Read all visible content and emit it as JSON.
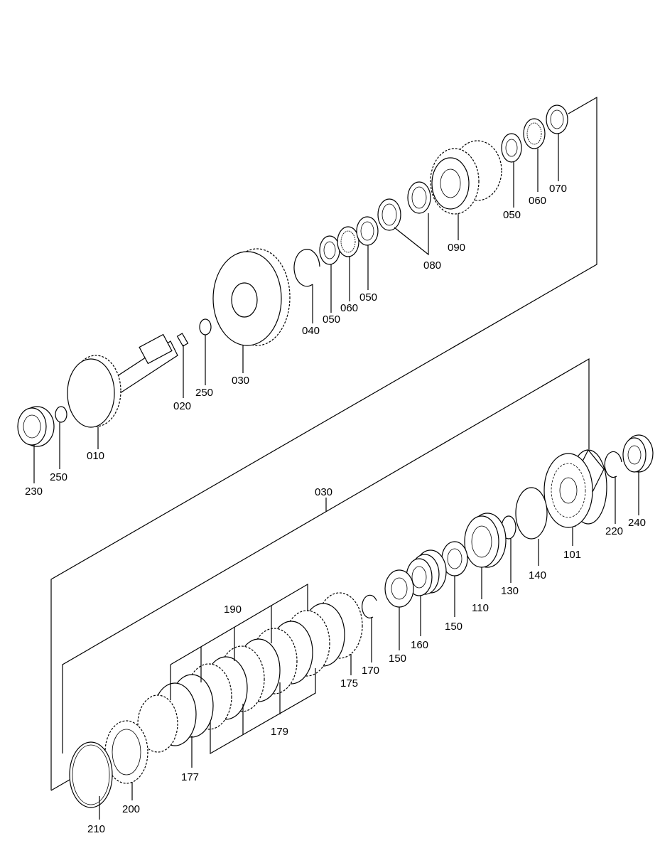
{
  "labels": {
    "p010": "010",
    "p020": "020",
    "p030a": "030",
    "p030b": "030",
    "p040": "040",
    "p050a": "050",
    "p050b": "050",
    "p050c": "050",
    "p060a": "060",
    "p060b": "060",
    "p070": "070",
    "p080": "080",
    "p090": "090",
    "p101": "101",
    "p110": "110",
    "p130": "130",
    "p140": "140",
    "p150a": "150",
    "p150b": "150",
    "p160": "160",
    "p170": "170",
    "p175": "175",
    "p177": "177",
    "p179": "179",
    "p190": "190",
    "p200": "200",
    "p210": "210",
    "p220": "220",
    "p230": "230",
    "p240": "240",
    "p250a": "250",
    "p250b": "250"
  }
}
